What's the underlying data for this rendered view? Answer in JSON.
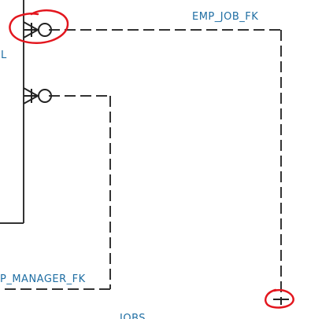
{
  "diagram": {
    "relationships": [
      {
        "name": "EMP_JOB_FK"
      },
      {
        "name": "P_MANAGER_FK"
      }
    ],
    "entity_fragments": [
      {
        "label": "L"
      },
      {
        "label": "JOBS"
      }
    ]
  },
  "colors": {
    "label_text": "#1f6ea3",
    "line": "#333333",
    "highlight": "#e3161e"
  }
}
